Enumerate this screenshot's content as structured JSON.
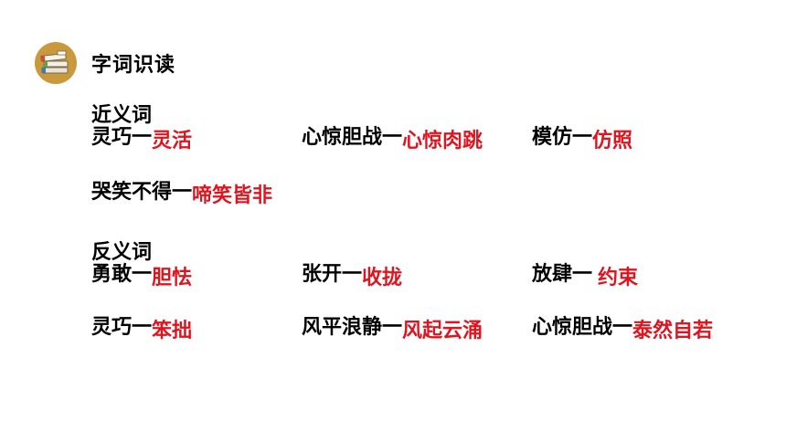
{
  "header": {
    "title": "字词识读",
    "icon": "books-icon",
    "badge_color": "#c89a3c"
  },
  "synonyms": {
    "label": "近义词",
    "items": [
      {
        "word": "灵巧",
        "answer": "灵活"
      },
      {
        "word": "心惊胆战",
        "answer": "心惊肉跳"
      },
      {
        "word": "模仿",
        "answer": "仿照"
      },
      {
        "word": "哭笑不得",
        "answer": "啼笑皆非"
      }
    ]
  },
  "antonyms": {
    "label": "反义词",
    "items": [
      {
        "word": "勇敢",
        "answer": "胆怯"
      },
      {
        "word": "张开",
        "answer": "收拢"
      },
      {
        "word": "放肆",
        "answer": "约束"
      },
      {
        "word": "灵巧",
        "answer": "笨拙"
      },
      {
        "word": "风平浪静",
        "answer": "风起云涌"
      },
      {
        "word": "心惊胆战",
        "answer": "泰然自若"
      }
    ]
  },
  "dash": "一",
  "colors": {
    "answer": "#e0141e",
    "text": "#000000"
  }
}
